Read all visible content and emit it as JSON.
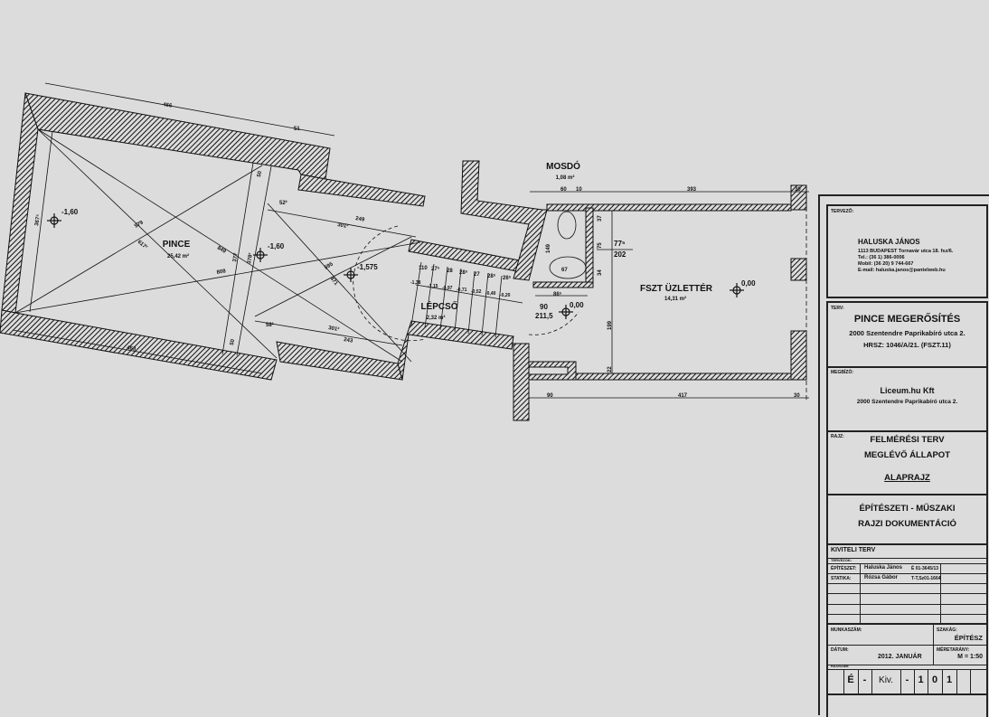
{
  "drawing": {
    "rooms": {
      "pince": {
        "name": "PINCE",
        "area": "25,42 m²",
        "level1": "-1,60",
        "level2": "-1,60",
        "level3": "-1,575"
      },
      "mosdo": {
        "name": "MOSDÓ",
        "area": "1,08 m²"
      },
      "lepcso": {
        "name": "LÉPCSŐ",
        "area": "2,32 m²"
      },
      "uzletter": {
        "name": "FSZT ÜZLETTÉR",
        "area": "14,31 m²",
        "level": "0,00"
      }
    },
    "dims": {
      "d466": "466",
      "d51": "51",
      "d579": "579",
      "d617": "617²",
      "d849": "849",
      "d808": "808",
      "d377": "377",
      "d378": "378²",
      "d367": "367⁵",
      "d463": "463",
      "d595": "595",
      "d471": "471",
      "d52": "52²",
      "d301a": "301²",
      "d249": "249",
      "d58": "58²",
      "d301b": "301²",
      "d243": "243",
      "d50a": "50",
      "d50b": "50",
      "s110": "110",
      "s275": "27⁵",
      "s28": "28",
      "s285a": "28⁵",
      "s27": "27",
      "s285b": "28⁵",
      "s265": "26⁵",
      "lv1": "-1,38",
      "lv2": "-1,15",
      "lv3": "-0,97",
      "lv4": "-0,71",
      "lv5": "-0,52",
      "lv6": "-0,40",
      "lv7": "-0,20",
      "top60": "60",
      "top10": "10",
      "top393": "393",
      "top30": "30",
      "bot90": "90",
      "bot417": "417",
      "bot30": "30",
      "w775": "77⁵",
      "w202": "202",
      "w90": "90",
      "w2115": "211,5",
      "lvl000": "0,00",
      "v37": "37",
      "v75": "75",
      "v34": "34",
      "v199": "199",
      "v22": "22",
      "d86": "86⁵",
      "d67": "67",
      "d149": "149"
    }
  },
  "titleblock": {
    "designer_label": "TERVEZŐ:",
    "designer_name": "HALUSKA JÁNOS",
    "designer_address": "1113 BUDAPEST Tornavár utca 18. fsz/6.",
    "designer_tel": "Tel.: (36 1) 386-0006",
    "designer_mobil": "Mobil: (36 20) 9 744-667",
    "designer_email": "E-mail: haluska.janos@pantelweb.hu",
    "project_label": "TERV:",
    "project_title": "PINCE MEGERŐSÍTÉS",
    "project_address": "2000 Szentendre Paprikabíró utca 2.",
    "project_hrsz": "HRSZ: 1046/A/21. (FSZT.11)",
    "client_label": "MEGBÍZÓ:",
    "client_name": "Liceum.hu Kft",
    "client_address": "2000 Szentendre Paprikabíró utca 2.",
    "drawing_label": "RAJZ:",
    "drawing_line1": "FELMÉRÉSI TERV",
    "drawing_line2": "MEGLÉVŐ ÁLLAPOT",
    "drawing_line3": "ALAPRAJZ",
    "doc_line1": "ÉPÍTÉSZETI - MŰSZAKI",
    "doc_line2": "RAJZI DOKUMENTÁCIÓ",
    "phase": "KIVITELI  TERV",
    "designers_label": "TERVEZŐK:",
    "rows": [
      {
        "role": "ÉPÍTÉSZET:",
        "name": "Haluska János",
        "reg": "É 01-3645/13"
      },
      {
        "role": "STATIKA:",
        "name": "Rózsa Gábor",
        "reg": "T-T,Sz01-1664"
      }
    ],
    "job_label": "MUNKASZÁM:",
    "discipline_label": "SZAKÁG:",
    "discipline": "ÉPÍTÉSZ",
    "date_label": "DÁTUM:",
    "date": "2012. JANUÁR",
    "scale_label": "MÉRETARÁNY:",
    "scale": "M = 1:50",
    "number_label": "RAJZSZÁM:",
    "number_cells": [
      "É",
      "-",
      "Kiv.",
      "-",
      "1",
      "0",
      "1"
    ]
  }
}
